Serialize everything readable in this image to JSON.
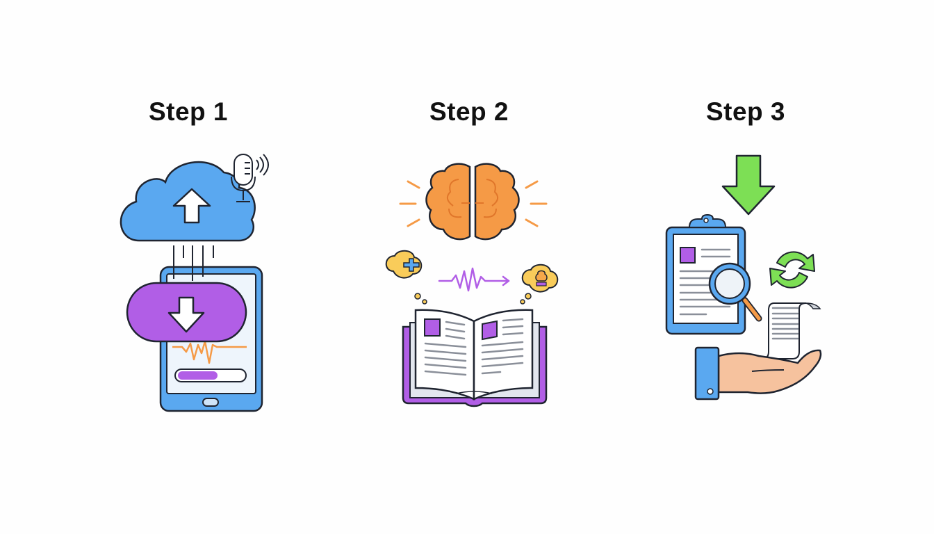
{
  "steps": [
    {
      "title": "Step 1",
      "icons": [
        "cloud-upload-icon",
        "microphone-icon",
        "download-button-icon",
        "tablet-icon",
        "audio-waveform-icon",
        "progress-bar-icon"
      ],
      "progress_percent": 60
    },
    {
      "title": "Step 2",
      "icons": [
        "brain-icon",
        "thought-bubble-plus-icon",
        "waveform-arrow-icon",
        "thought-bubble-person-icon",
        "open-book-icon"
      ]
    },
    {
      "title": "Step 3",
      "icons": [
        "green-down-arrow-icon",
        "clipboard-document-icon",
        "magnifying-glass-icon",
        "refresh-cycle-icon",
        "paper-scroll-icon",
        "hand-icon"
      ]
    }
  ],
  "colors": {
    "blue": "#5aa8f0",
    "purple": "#b15ee6",
    "orange": "#f59a46",
    "green": "#7ddf55",
    "yellow": "#f9cc5a",
    "skin": "#f6c29e",
    "outline": "#1f2430"
  }
}
